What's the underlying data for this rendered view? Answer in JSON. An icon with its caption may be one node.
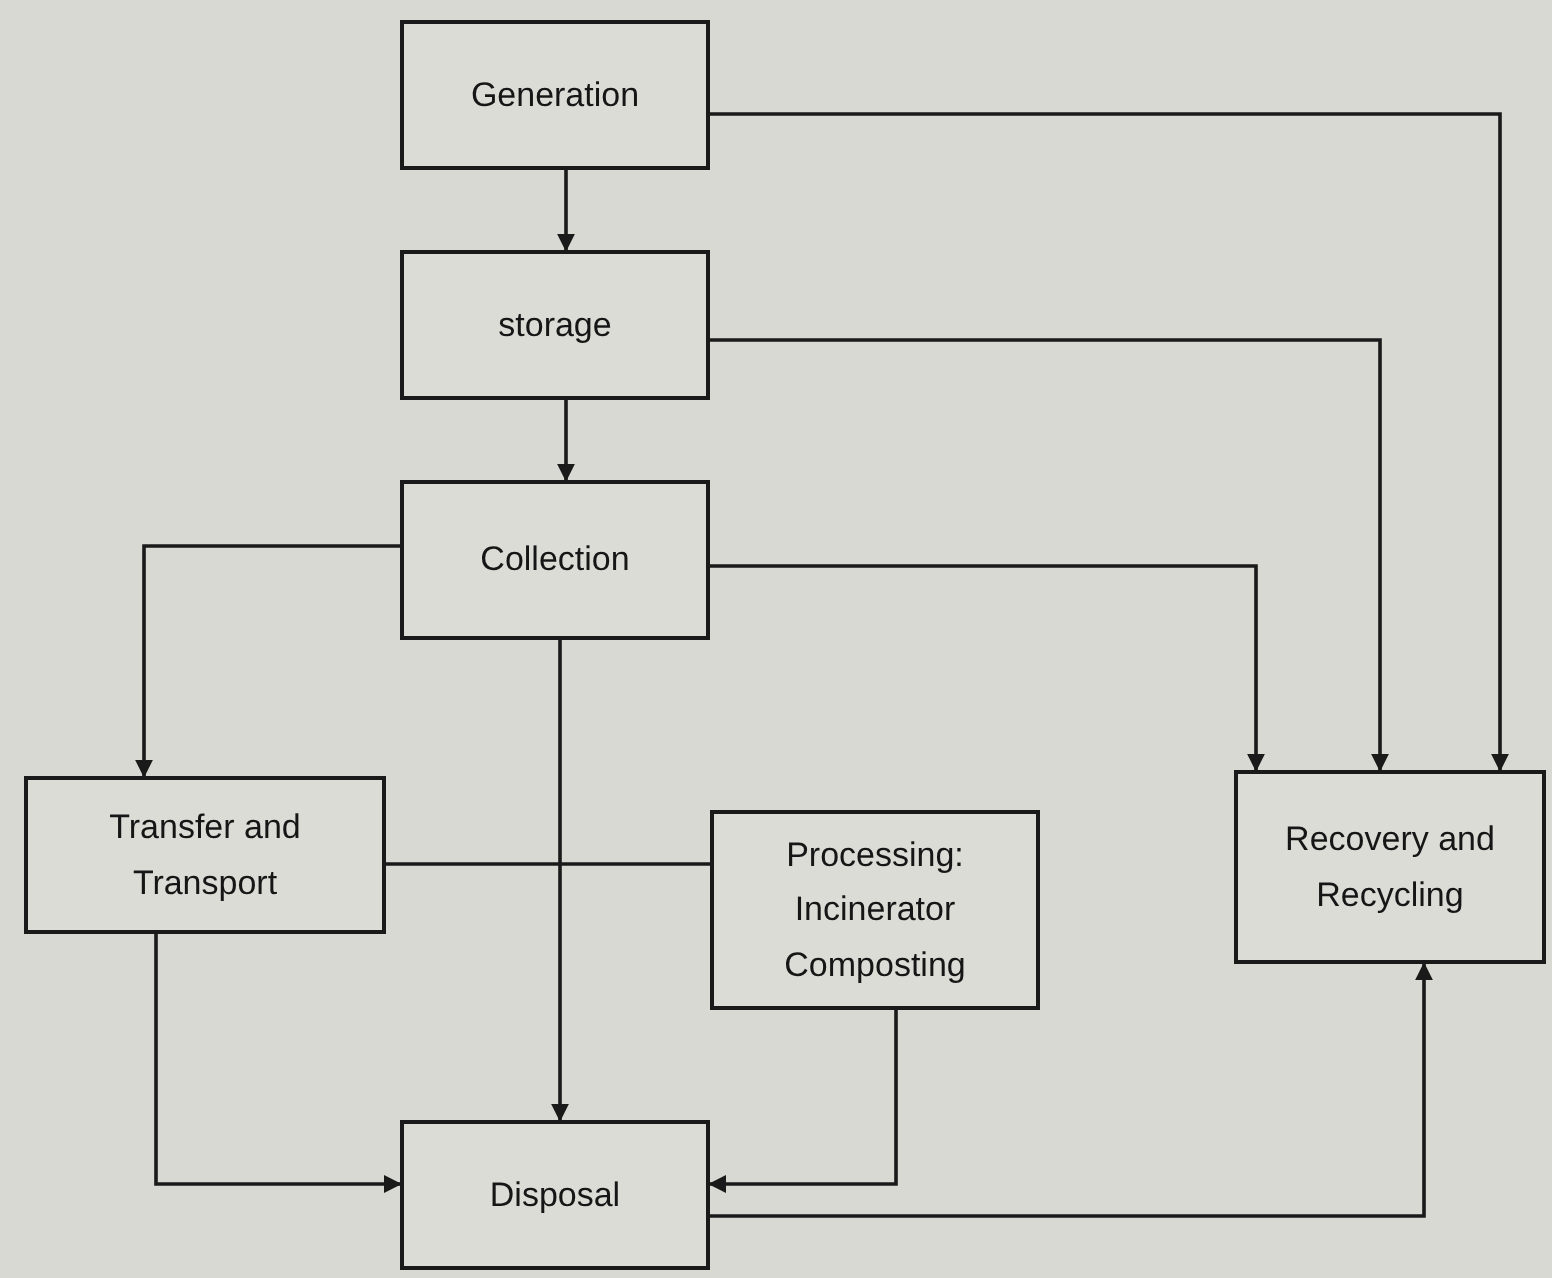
{
  "diagram": {
    "nodes": [
      {
        "text": [
          "Generation"
        ]
      },
      {
        "text": [
          "storage"
        ]
      },
      {
        "text": [
          "Collection"
        ]
      },
      {
        "text": [
          "Transfer and Transport"
        ]
      },
      {
        "text": [
          "Processing: Incinerator Composting"
        ]
      },
      {
        "text": [
          "Recovery and Recycling"
        ]
      },
      {
        "text": [
          "Disposal"
        ]
      }
    ],
    "edges": [
      {
        "from": 0,
        "to": 1,
        "arrow": "to"
      },
      {
        "from": 1,
        "to": 2,
        "arrow": "to"
      },
      {
        "from": 0,
        "to": 5,
        "arrow": "to"
      },
      {
        "from": 1,
        "to": 5,
        "arrow": "to"
      },
      {
        "from": 2,
        "to": 5,
        "arrow": "to"
      },
      {
        "from": 2,
        "to": 3,
        "arrow": "to"
      },
      {
        "from": 2,
        "to": 6,
        "arrow": "to"
      },
      {
        "from": 3,
        "to": 4,
        "arrow": "none"
      },
      {
        "from": 3,
        "to": 6,
        "arrow": "to"
      },
      {
        "from": 4,
        "to": 6,
        "arrow": "to"
      },
      {
        "from": 6,
        "to": 5,
        "arrow": "to"
      }
    ]
  }
}
